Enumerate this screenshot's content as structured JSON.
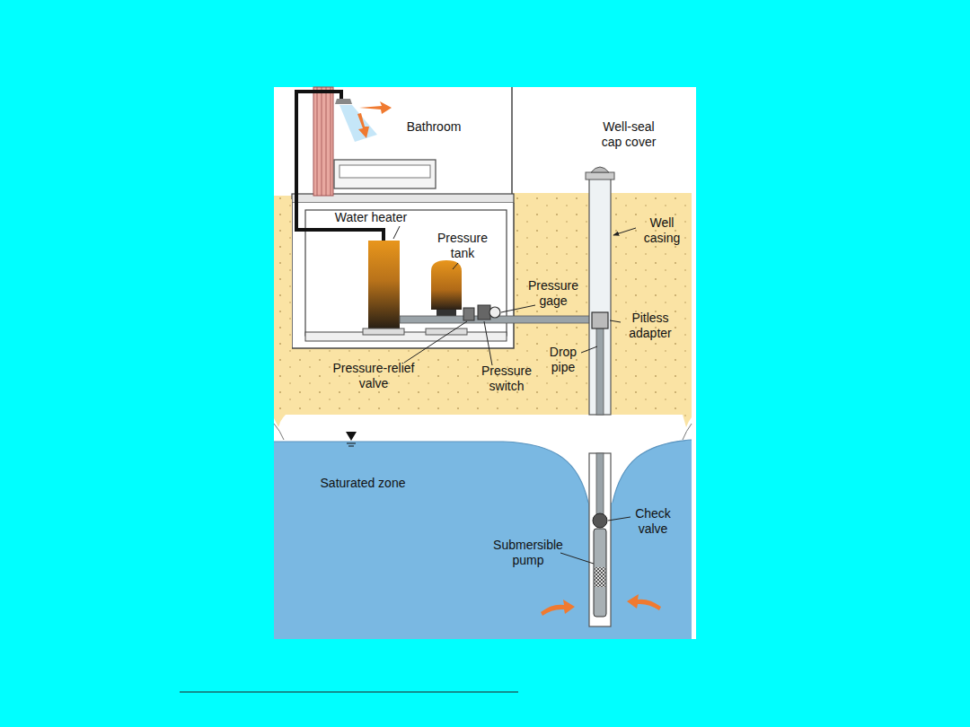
{
  "diagram": {
    "labels": [
      "Bathroom",
      "Well-seal cap cover",
      "Water heater",
      "Pressure tank",
      "Well casing",
      "Pressure gage",
      "Pitless adapter",
      "Drop pipe",
      "Pressure-relief valve",
      "Pressure switch",
      "Saturated zone",
      "Check valve",
      "Submersible pump"
    ]
  }
}
